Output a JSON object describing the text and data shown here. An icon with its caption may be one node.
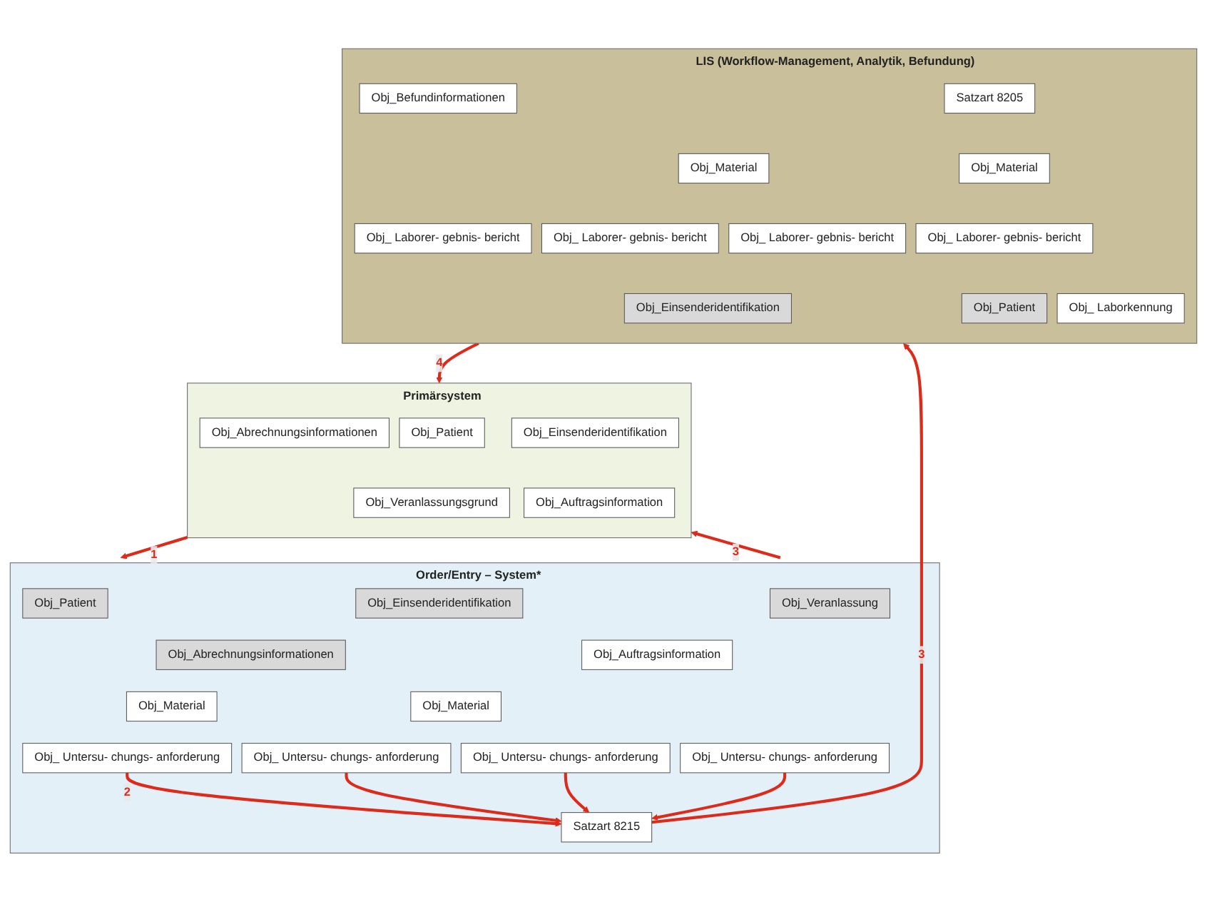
{
  "diagram": {
    "nodes": [
      {
        "text": [
          "Primärsystem"
        ]
      },
      {
        "text": [
          "Obj_Einsenderidentifikation"
        ],
        "in": 0
      },
      {
        "text": [
          "Obj_Patient"
        ],
        "in": 0
      },
      {
        "text": [
          "Obj_Abrechnungsinformationen"
        ],
        "in": 0
      },
      {
        "text": [
          "Obj_Veranlassungsgrund"
        ],
        "in": 0
      },
      {
        "text": [
          "Obj_Auftragsinformation"
        ],
        "in": 0
      },
      {
        "text": [
          "Order/Entry – System*"
        ]
      },
      {
        "text": [
          "Obj_Einsenderidentifikation"
        ],
        "in": 6
      },
      {
        "text": [
          "Obj_Patient"
        ],
        "in": 6
      },
      {
        "text": [
          "Obj_Veranlassung"
        ],
        "in": 6
      },
      {
        "text": [
          "Obj_Abrechnungsinformationen"
        ],
        "in": 6
      },
      {
        "text": [
          "Obj_Auftragsinformation"
        ],
        "in": 6
      },
      {
        "text": [
          "Obj_Material"
        ],
        "in": 6
      },
      {
        "text": [
          "Obj_Material"
        ],
        "in": 6
      },
      {
        "text": [
          "Obj_ Untersu- chungs- anforderung"
        ],
        "in": 6
      },
      {
        "text": [
          "Obj_ Untersu- chungs- anforderung"
        ],
        "in": 6
      },
      {
        "text": [
          "Obj_ Untersu- chungs- anforderung"
        ],
        "in": 6
      },
      {
        "text": [
          "Obj_ Untersu- chungs- anforderung"
        ],
        "in": 6
      },
      {
        "text": [
          "Satzart 8215"
        ],
        "in": 6
      },
      {
        "text": [
          "LIS (Workflow-Management, Analytik, Befundung)"
        ]
      },
      {
        "text": [
          "Satzart 8205"
        ],
        "in": 19
      },
      {
        "text": [
          "Obj_Befundinformationen"
        ],
        "in": 19
      },
      {
        "text": [
          "Obj_Material"
        ],
        "in": 19
      },
      {
        "text": [
          "Obj_Material"
        ],
        "in": 19
      },
      {
        "text": [
          "Obj_ Laborer- gebnis- bericht"
        ],
        "in": 19
      },
      {
        "text": [
          "Obj_ Laborer- gebnis- bericht"
        ],
        "in": 19
      },
      {
        "text": [
          "Obj_ Laborer- gebnis- bericht"
        ],
        "in": 19
      },
      {
        "text": [
          "Obj_ Laborer- gebnis- bericht"
        ],
        "in": 19
      },
      {
        "text": [
          "Obj_Einsenderidentifikation"
        ],
        "in": 19
      },
      {
        "text": [
          "Obj_Patient"
        ],
        "in": 19
      },
      {
        "text": [
          "Obj_ Laborkennung"
        ],
        "in": 19
      }
    ],
    "edges": [
      {
        "from": 0,
        "to": 6,
        "arrow": "to",
        "label": "1"
      },
      {
        "from": 14,
        "to": 18,
        "arrow": "to",
        "label": "2"
      },
      {
        "from": 15,
        "to": 18,
        "arrow": "to"
      },
      {
        "from": 16,
        "to": 18,
        "arrow": "to"
      },
      {
        "from": 17,
        "to": 18,
        "arrow": "to"
      },
      {
        "from": 18,
        "to": 19,
        "arrow": "to",
        "label": "3"
      },
      {
        "from": 6,
        "to": 0,
        "arrow": "to",
        "label": "3"
      },
      {
        "from": 19,
        "to": 0,
        "arrow": "to",
        "label": "4"
      }
    ]
  }
}
